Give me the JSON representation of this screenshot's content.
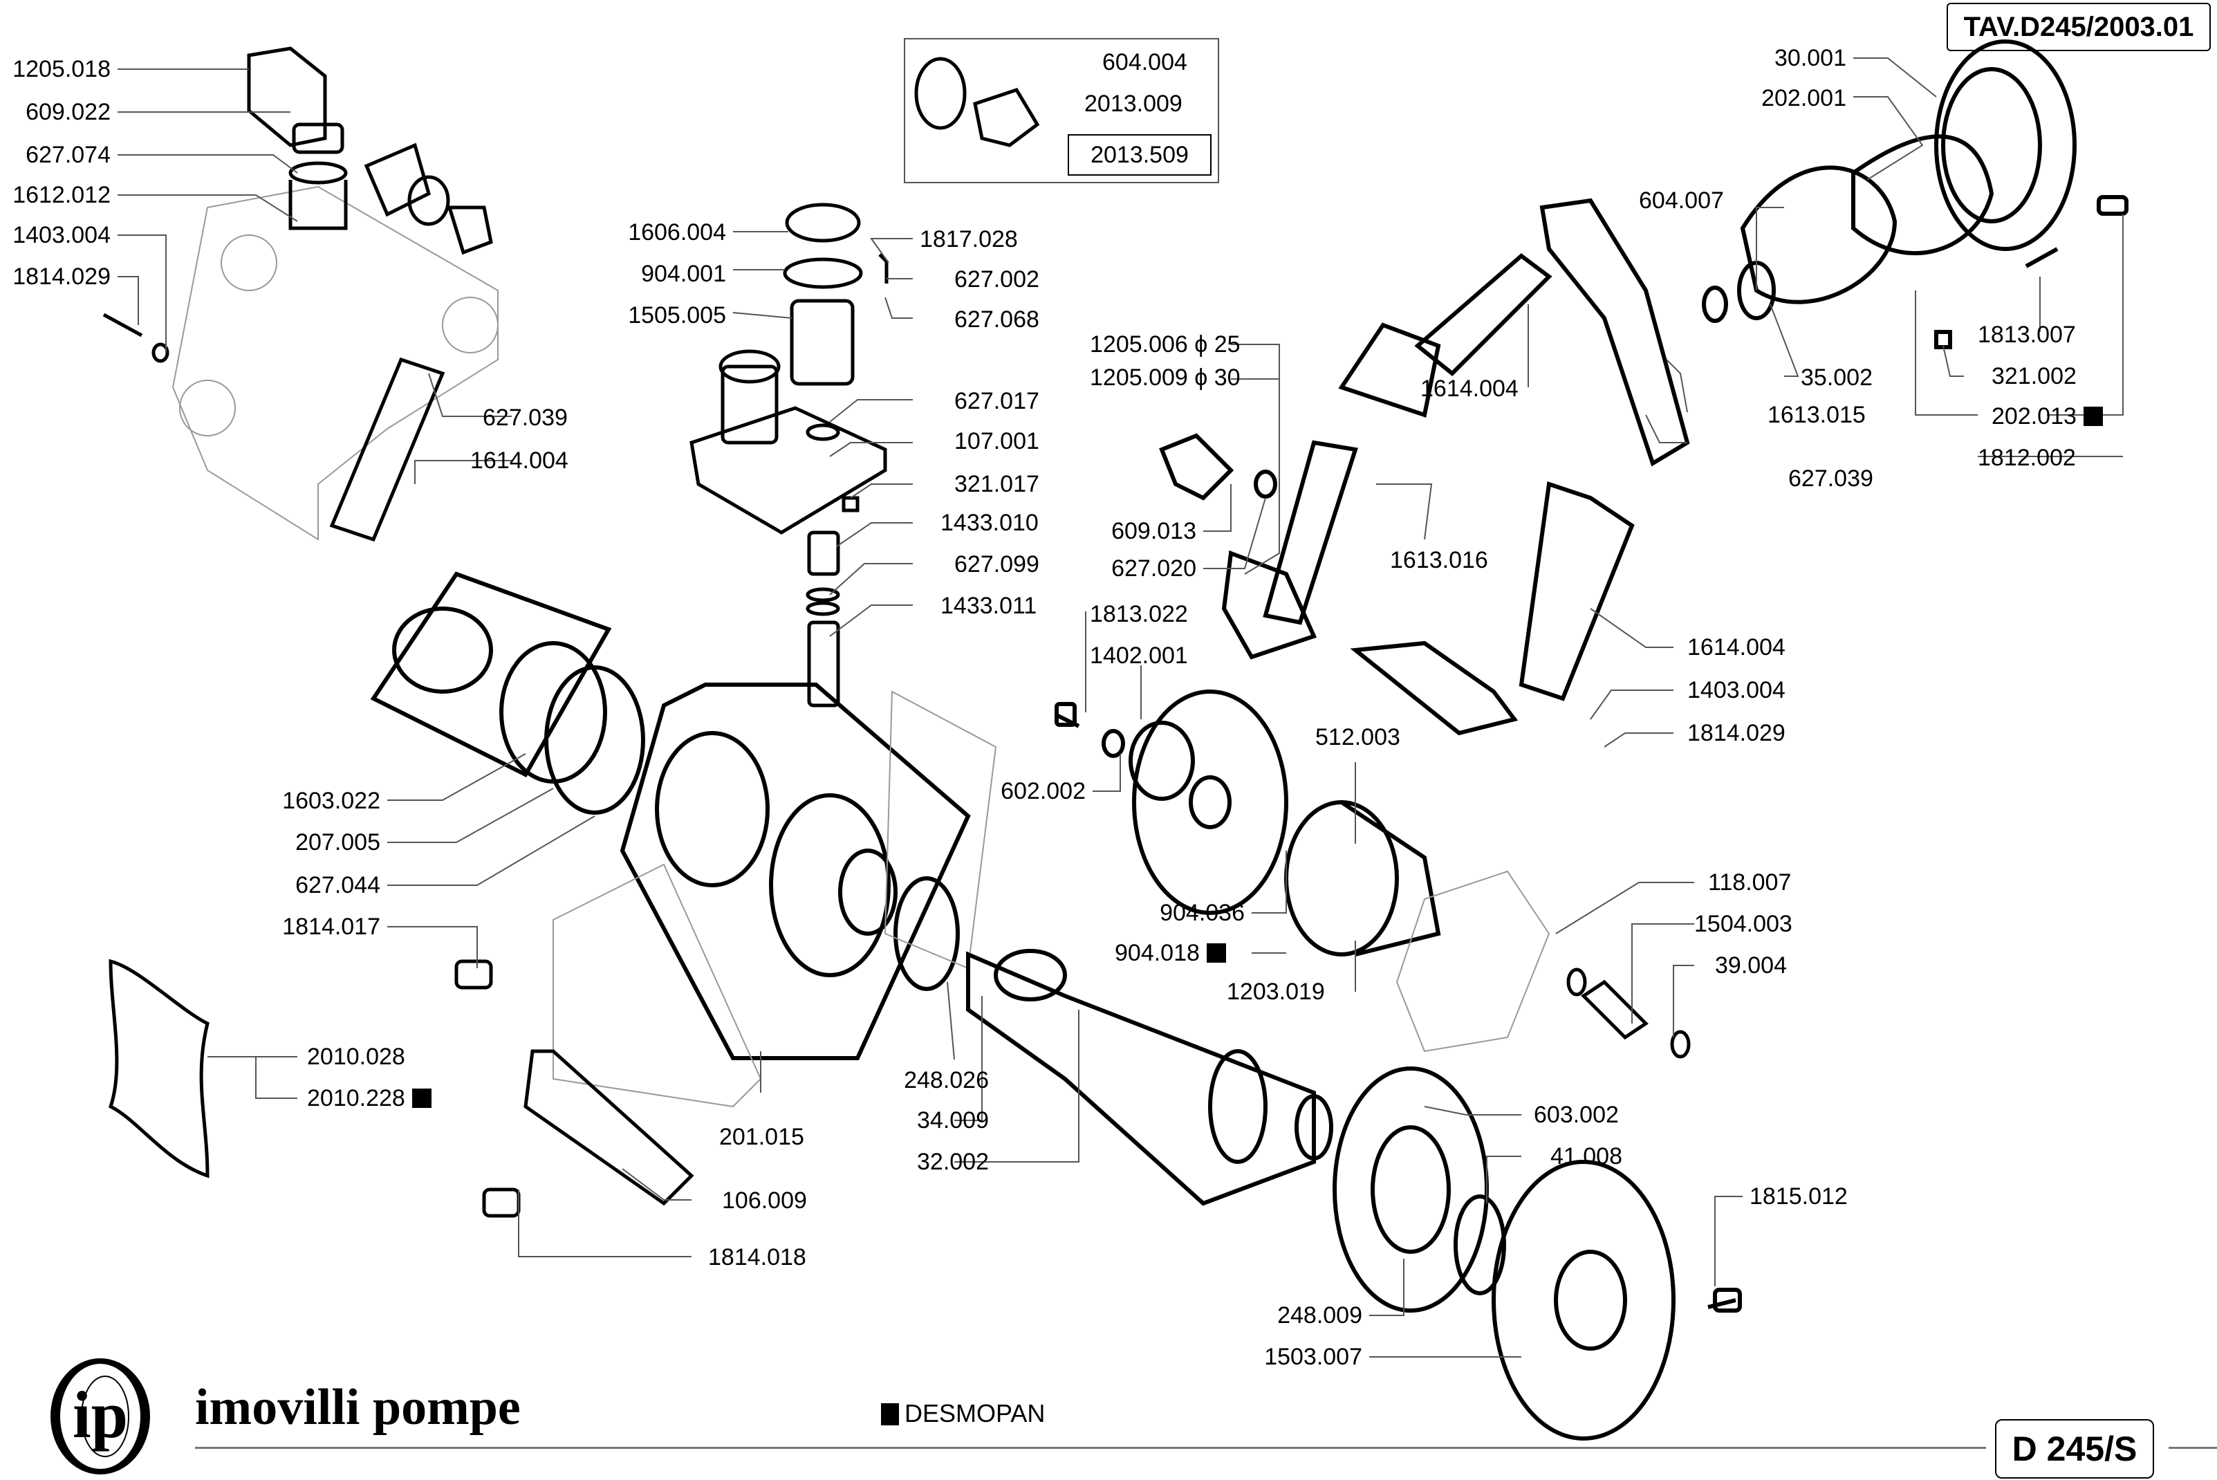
{
  "sheet": {
    "table_code": "TAV.D245/2003.01",
    "model": "D 245/S",
    "brand": "imovilli pompe",
    "logo_text": "ip",
    "legend": {
      "symbol": "black-square",
      "text": "DESMOPAN"
    }
  },
  "inset": {
    "parts": [
      "604.004",
      "2013.009"
    ],
    "kit_code": "2013.509"
  },
  "labels": [
    {
      "id": "1205.018",
      "text": "1205.018"
    },
    {
      "id": "609.022",
      "text": "609.022"
    },
    {
      "id": "627.074",
      "text": "627.074"
    },
    {
      "id": "1612.012",
      "text": "1612.012"
    },
    {
      "id": "1403.004-left",
      "text": "1403.004"
    },
    {
      "id": "1814.029-left",
      "text": "1814.029"
    },
    {
      "id": "627.039-left",
      "text": "627.039"
    },
    {
      "id": "1614.004-left",
      "text": "1614.004"
    },
    {
      "id": "1606.004",
      "text": "1606.004"
    },
    {
      "id": "904.001",
      "text": "904.001"
    },
    {
      "id": "1505.005",
      "text": "1505.005"
    },
    {
      "id": "1817.028",
      "text": "1817.028"
    },
    {
      "id": "627.002",
      "text": "627.002"
    },
    {
      "id": "627.068",
      "text": "627.068"
    },
    {
      "id": "627.017",
      "text": "627.017"
    },
    {
      "id": "107.001",
      "text": "107.001"
    },
    {
      "id": "321.017",
      "text": "321.017"
    },
    {
      "id": "1433.010",
      "text": "1433.010"
    },
    {
      "id": "627.099",
      "text": "627.099"
    },
    {
      "id": "1433.011",
      "text": "1433.011"
    },
    {
      "id": "1205.006",
      "text": "1205.006 ϕ 25"
    },
    {
      "id": "1205.009",
      "text": "1205.009 ϕ 30"
    },
    {
      "id": "609.013",
      "text": "609.013"
    },
    {
      "id": "627.020",
      "text": "627.020"
    },
    {
      "id": "1614.004-top",
      "text": "1614.004"
    },
    {
      "id": "1613.016",
      "text": "1613.016"
    },
    {
      "id": "604.007",
      "text": "604.007"
    },
    {
      "id": "30.001",
      "text": "30.001"
    },
    {
      "id": "202.001",
      "text": "202.001"
    },
    {
      "id": "35.002",
      "text": "35.002"
    },
    {
      "id": "1613.015",
      "text": "1613.015"
    },
    {
      "id": "627.039-right",
      "text": "627.039"
    },
    {
      "id": "1813.007",
      "text": "1813.007"
    },
    {
      "id": "321.002",
      "text": "321.002"
    },
    {
      "id": "202.013",
      "text": "202.013",
      "desmopan": true
    },
    {
      "id": "1812.002",
      "text": "1812.002"
    },
    {
      "id": "1614.004-right",
      "text": "1614.004"
    },
    {
      "id": "1403.004-right",
      "text": "1403.004"
    },
    {
      "id": "1814.029-right",
      "text": "1814.029"
    },
    {
      "id": "1813.022",
      "text": "1813.022"
    },
    {
      "id": "1402.001",
      "text": "1402.001"
    },
    {
      "id": "602.002",
      "text": "602.002"
    },
    {
      "id": "512.003",
      "text": "512.003"
    },
    {
      "id": "904.036",
      "text": "904.036"
    },
    {
      "id": "904.018",
      "text": "904.018",
      "desmopan": true
    },
    {
      "id": "1203.019",
      "text": "1203.019"
    },
    {
      "id": "118.007",
      "text": "118.007"
    },
    {
      "id": "1504.003",
      "text": "1504.003"
    },
    {
      "id": "39.004",
      "text": "39.004"
    },
    {
      "id": "1603.022",
      "text": "1603.022"
    },
    {
      "id": "207.005",
      "text": "207.005"
    },
    {
      "id": "627.044",
      "text": "627.044"
    },
    {
      "id": "1814.017",
      "text": "1814.017"
    },
    {
      "id": "2010.028",
      "text": "2010.028"
    },
    {
      "id": "2010.228",
      "text": "2010.228",
      "desmopan": true
    },
    {
      "id": "201.015",
      "text": "201.015"
    },
    {
      "id": "248.026",
      "text": "248.026"
    },
    {
      "id": "34.009",
      "text": "34.009"
    },
    {
      "id": "32.002",
      "text": "32.002"
    },
    {
      "id": "106.009",
      "text": "106.009"
    },
    {
      "id": "1814.018",
      "text": "1814.018"
    },
    {
      "id": "603.002",
      "text": "603.002"
    },
    {
      "id": "41.008",
      "text": "41.008"
    },
    {
      "id": "1815.012",
      "text": "1815.012"
    },
    {
      "id": "248.009",
      "text": "248.009"
    },
    {
      "id": "1503.007",
      "text": "1503.007"
    }
  ]
}
